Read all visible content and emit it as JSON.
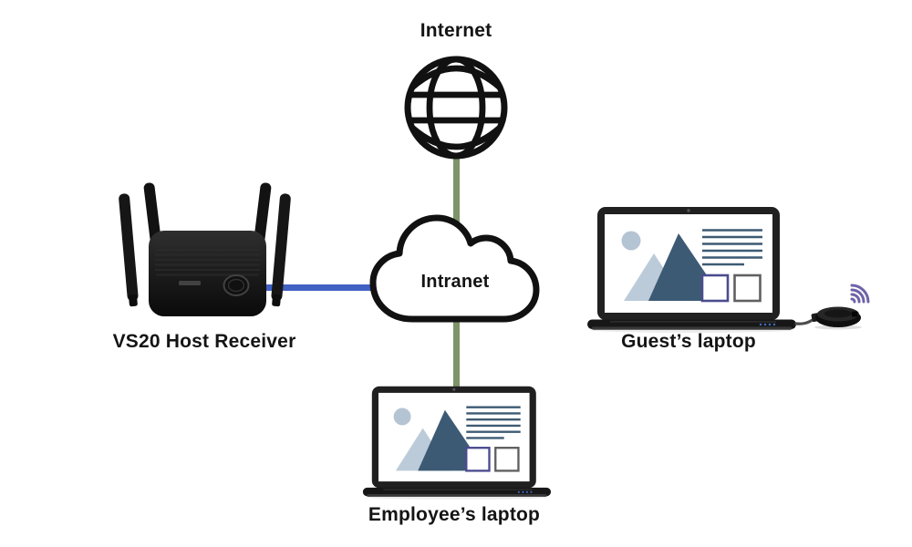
{
  "nodes": {
    "internet": {
      "label": "Internet",
      "icon": "globe-icon"
    },
    "intranet": {
      "label": "Intranet",
      "icon": "cloud-icon"
    },
    "host_receiver": {
      "label": "VS20 Host Receiver",
      "icon": "wireless-receiver-4-antennas"
    },
    "guest_laptop": {
      "label": "Guest’s laptop",
      "icon": "laptop-with-wifi-dongle"
    },
    "employee_laptop": {
      "label": "Employee’s laptop",
      "icon": "laptop"
    }
  },
  "connections": [
    {
      "from": "internet",
      "to": "intranet",
      "orientation": "vertical",
      "color": "#7c9468"
    },
    {
      "from": "host_receiver",
      "to": "intranet",
      "orientation": "horizontal",
      "color": "#4161c3"
    },
    {
      "from": "intranet",
      "to": "employee_laptop",
      "orientation": "vertical",
      "color": "#7c9468"
    }
  ],
  "colors": {
    "background": "#ffffff",
    "outline": "#111111",
    "text": "#141414",
    "connection_green": "#7c9468",
    "connection_blue": "#4161c3",
    "wifi_signal_purple": "#6e63a8",
    "screen_slate_dark": "#3c5a74",
    "screen_slate_light": "#bccbd9",
    "screen_square_purple": "#4b4b8f",
    "screen_square_gray": "#606060",
    "device_black": "#1a1a1a"
  }
}
